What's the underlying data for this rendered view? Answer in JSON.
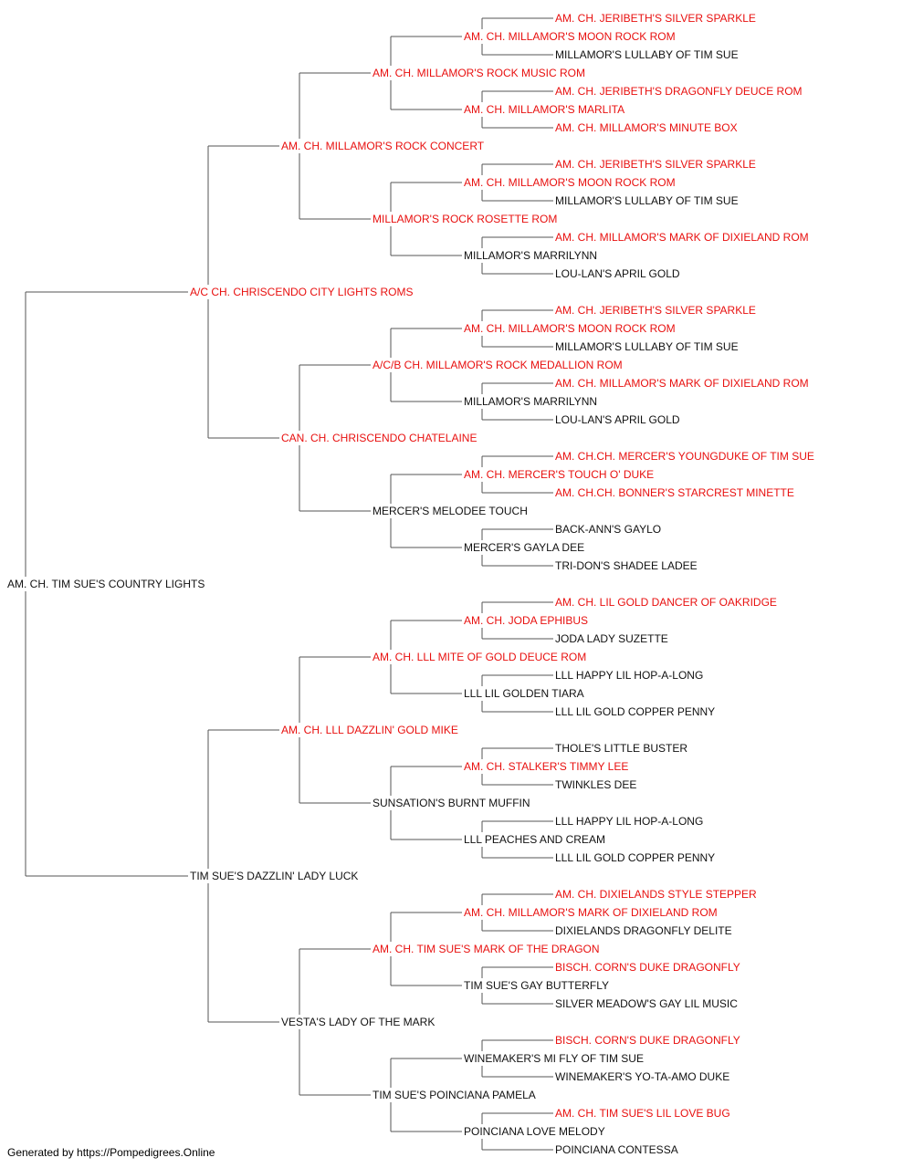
{
  "colors": {
    "champion": "#e8100f",
    "regular": "#111111",
    "connector": "#555555"
  },
  "pedigree": {
    "name": "AM. CH. TIM SUE'S COUNTRY LIGHTS",
    "ch": false,
    "sire": {
      "name": "A/C CH. CHRISCENDO CITY LIGHTS ROMS",
      "ch": true,
      "sire": {
        "name": "AM. CH. MILLAMOR'S ROCK CONCERT",
        "ch": true,
        "sire": {
          "name": "AM. CH. MILLAMOR'S ROCK MUSIC ROM",
          "ch": true,
          "sire": {
            "name": "AM. CH. MILLAMOR'S MOON ROCK ROM",
            "ch": true,
            "sire": {
              "name": "AM. CH. JERIBETH'S SILVER SPARKLE",
              "ch": true
            },
            "dam": {
              "name": "MILLAMOR'S LULLABY OF TIM SUE",
              "ch": false
            }
          },
          "dam": {
            "name": "AM. CH. MILLAMOR'S MARLITA",
            "ch": true,
            "sire": {
              "name": "AM. CH. JERIBETH'S DRAGONFLY DEUCE ROM",
              "ch": true
            },
            "dam": {
              "name": "AM. CH. MILLAMOR'S MINUTE BOX",
              "ch": true
            }
          }
        },
        "dam": {
          "name": "MILLAMOR'S ROCK ROSETTE ROM",
          "ch": true,
          "sire": {
            "name": "AM. CH. MILLAMOR'S MOON ROCK ROM",
            "ch": true,
            "sire": {
              "name": "AM. CH. JERIBETH'S SILVER SPARKLE",
              "ch": true
            },
            "dam": {
              "name": "MILLAMOR'S LULLABY OF TIM SUE",
              "ch": false
            }
          },
          "dam": {
            "name": "MILLAMOR'S MARRILYNN",
            "ch": false,
            "sire": {
              "name": "AM. CH. MILLAMOR'S MARK OF DIXIELAND ROM",
              "ch": true
            },
            "dam": {
              "name": "LOU-LAN'S APRIL GOLD",
              "ch": false
            }
          }
        }
      },
      "dam": {
        "name": "CAN. CH. CHRISCENDO CHATELAINE",
        "ch": true,
        "sire": {
          "name": "A/C/B CH. MILLAMOR'S ROCK MEDALLION ROM",
          "ch": true,
          "sire": {
            "name": "AM. CH. MILLAMOR'S MOON ROCK ROM",
            "ch": true,
            "sire": {
              "name": "AM. CH. JERIBETH'S SILVER SPARKLE",
              "ch": true
            },
            "dam": {
              "name": "MILLAMOR'S LULLABY OF TIM SUE",
              "ch": false
            }
          },
          "dam": {
            "name": "MILLAMOR'S MARRILYNN",
            "ch": false,
            "sire": {
              "name": "AM. CH. MILLAMOR'S MARK OF DIXIELAND ROM",
              "ch": true
            },
            "dam": {
              "name": "LOU-LAN'S APRIL GOLD",
              "ch": false
            }
          }
        },
        "dam": {
          "name": "MERCER'S MELODEE TOUCH",
          "ch": false,
          "sire": {
            "name": "AM. CH. MERCER'S TOUCH O' DUKE",
            "ch": true,
            "sire": {
              "name": "AM. CH.CH. MERCER'S YOUNGDUKE OF TIM SUE",
              "ch": true
            },
            "dam": {
              "name": "AM. CH.CH. BONNER'S STARCREST MINETTE",
              "ch": true
            }
          },
          "dam": {
            "name": "MERCER'S GAYLA DEE",
            "ch": false,
            "sire": {
              "name": "BACK-ANN'S GAYLO",
              "ch": false
            },
            "dam": {
              "name": "TRI-DON'S SHADEE LADEE",
              "ch": false
            }
          }
        }
      }
    },
    "dam": {
      "name": "TIM SUE'S DAZZLIN' LADY LUCK",
      "ch": false,
      "sire": {
        "name": "AM. CH. LLL DAZZLIN' GOLD MIKE",
        "ch": true,
        "sire": {
          "name": "AM. CH. LLL MITE OF GOLD DEUCE ROM",
          "ch": true,
          "sire": {
            "name": "AM. CH. JODA EPHIBUS",
            "ch": true,
            "sire": {
              "name": "AM. CH. LIL GOLD DANCER OF OAKRIDGE",
              "ch": true
            },
            "dam": {
              "name": "JODA LADY SUZETTE",
              "ch": false
            }
          },
          "dam": {
            "name": "LLL LIL GOLDEN TIARA",
            "ch": false,
            "sire": {
              "name": "LLL HAPPY LIL HOP-A-LONG",
              "ch": false
            },
            "dam": {
              "name": "LLL LIL GOLD COPPER PENNY",
              "ch": false
            }
          }
        },
        "dam": {
          "name": "SUNSATION'S BURNT MUFFIN",
          "ch": false,
          "sire": {
            "name": "AM. CH. STALKER'S TIMMY LEE",
            "ch": true,
            "sire": {
              "name": "THOLE'S LITTLE BUSTER",
              "ch": false
            },
            "dam": {
              "name": "TWINKLES DEE",
              "ch": false
            }
          },
          "dam": {
            "name": "LLL PEACHES AND CREAM",
            "ch": false,
            "sire": {
              "name": "LLL HAPPY LIL HOP-A-LONG",
              "ch": false
            },
            "dam": {
              "name": "LLL LIL GOLD COPPER PENNY",
              "ch": false
            }
          }
        }
      },
      "dam": {
        "name": "VESTA'S LADY OF THE MARK",
        "ch": false,
        "sire": {
          "name": "AM. CH. TIM SUE'S MARK OF THE DRAGON",
          "ch": true,
          "sire": {
            "name": "AM. CH. MILLAMOR'S MARK OF DIXIELAND ROM",
            "ch": true,
            "sire": {
              "name": "AM. CH. DIXIELANDS STYLE STEPPER",
              "ch": true
            },
            "dam": {
              "name": "DIXIELANDS DRAGONFLY DELITE",
              "ch": false
            }
          },
          "dam": {
            "name": "TIM SUE'S GAY BUTTERFLY",
            "ch": false,
            "sire": {
              "name": "BISCH. CORN'S DUKE DRAGONFLY",
              "ch": true
            },
            "dam": {
              "name": "SILVER MEADOW'S GAY LIL MUSIC",
              "ch": false
            }
          }
        },
        "dam": {
          "name": "TIM SUE'S POINCIANA PAMELA",
          "ch": false,
          "sire": {
            "name": "WINEMAKER'S MI FLY OF TIM SUE",
            "ch": false,
            "sire": {
              "name": "BISCH. CORN'S DUKE DRAGONFLY",
              "ch": true
            },
            "dam": {
              "name": "WINEMAKER'S YO-TA-AMO DUKE",
              "ch": false
            }
          },
          "dam": {
            "name": "POINCIANA LOVE MELODY",
            "ch": false,
            "sire": {
              "name": "AM. CH. TIM SUE'S LIL LOVE BUG",
              "ch": true
            },
            "dam": {
              "name": "POINCIANA CONTESSA",
              "ch": false
            }
          }
        }
      }
    }
  },
  "footer": {
    "text": "Generated by https://Pompedigrees.Online"
  }
}
